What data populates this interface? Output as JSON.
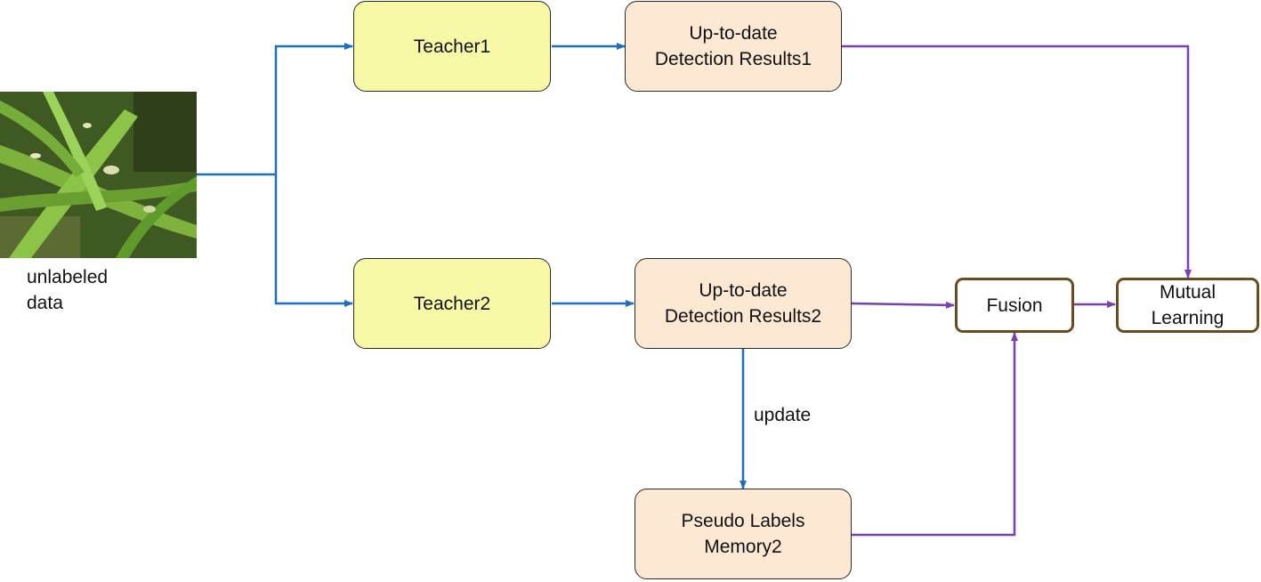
{
  "input": {
    "caption": "unlabeled\ndata",
    "image_subject": "corn leaf photo"
  },
  "nodes": {
    "teacher1": "Teacher1",
    "teacher2": "Teacher2",
    "results1": "Up-to-date\nDetection Results1",
    "results2": "Up-to-date\nDetection Results2",
    "memory2": "Pseudo Labels\nMemory2",
    "fusion": "Fusion",
    "mutual": "Mutual\nLearning"
  },
  "edge_labels": {
    "update": "update"
  },
  "colors": {
    "teacher_fill": "#f7f9a7",
    "result_fill": "#fde8d3",
    "op_border": "#6b4a22",
    "blue_arrow": "#1f6fbf",
    "purple_arrow": "#7a3fb0"
  }
}
